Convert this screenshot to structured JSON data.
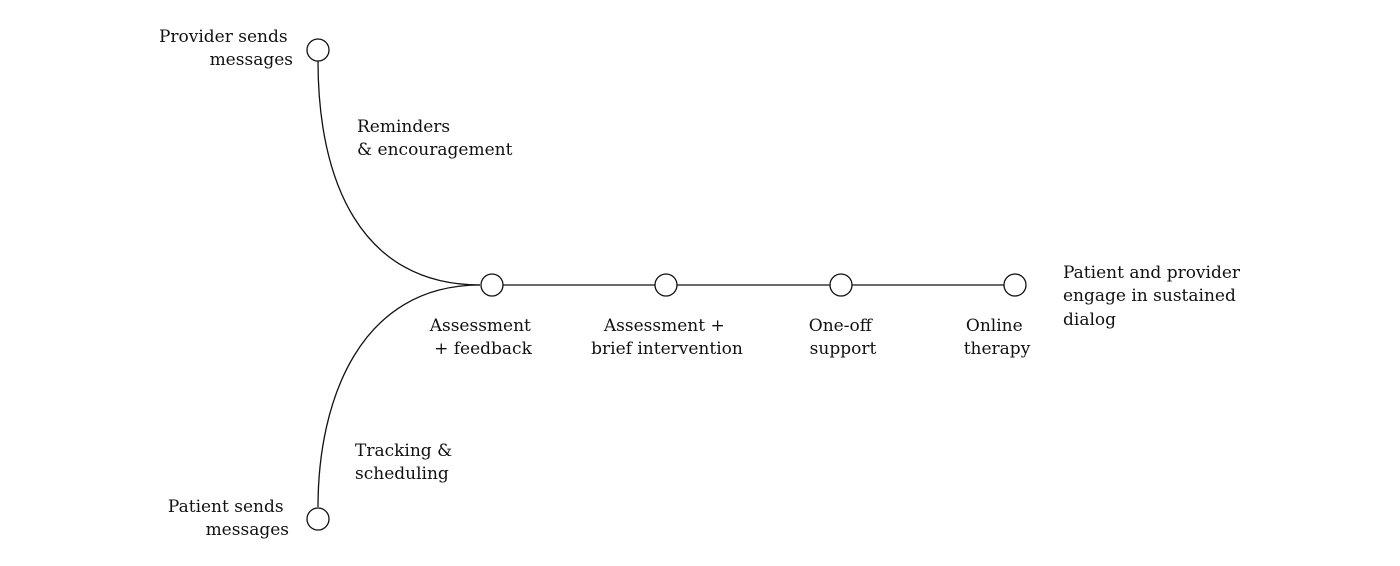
{
  "diagram": {
    "top_source": [
      "Provider sends",
      "messages"
    ],
    "bottom_source": [
      "Patient sends",
      "messages"
    ],
    "top_branch": [
      "Reminders",
      "& encouragement"
    ],
    "bottom_branch": [
      "Tracking &",
      "scheduling"
    ],
    "steps": [
      {
        "lines": [
          "Assessment",
          "+ feedback"
        ]
      },
      {
        "lines": [
          "Assessment +",
          "brief intervention"
        ]
      },
      {
        "lines": [
          "One-off",
          "support"
        ]
      },
      {
        "lines": [
          "Online",
          "therapy"
        ]
      }
    ],
    "end_label": [
      "Patient and provider",
      "engage in sustained",
      "dialog"
    ]
  }
}
